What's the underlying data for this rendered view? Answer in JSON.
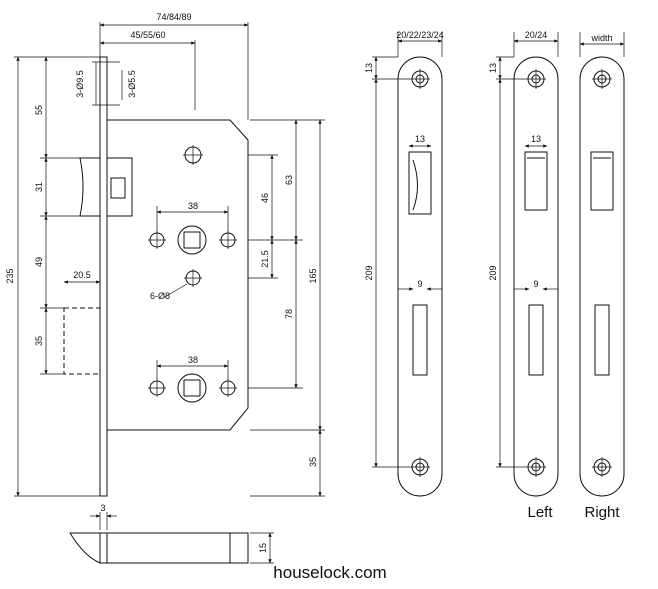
{
  "views": {
    "front": {
      "dims": {
        "overall_depth": "74/84/89",
        "backset": "45/55/60",
        "hole_1": "3-Ø9.5",
        "hole_2": "3-Ø5.5",
        "top_offset": "55",
        "latch_height": "31",
        "latch_to_case": "49",
        "deadbolt_width": "20.5",
        "deadbolt_height": "35",
        "total_height": "235",
        "spindle_spacing_top": "38",
        "spindle_spacing_bottom": "38",
        "mount_holes": "6-Ø8",
        "dim_46": "46",
        "dim_63": "63",
        "dim_21_5": "21.5",
        "dim_78": "78",
        "dim_165": "165",
        "bottom_offset": "35"
      }
    },
    "bottom": {
      "dims": {
        "thickness": "3",
        "bolt_height": "15"
      }
    },
    "faceplate": {
      "dims": {
        "width": "20/22/23/24",
        "top": "13",
        "slot": "13",
        "length": "209",
        "hole": "9"
      }
    },
    "strike_left": {
      "dims": {
        "width": "20/24",
        "top": "13",
        "slot": "13",
        "length": "209",
        "hole": "9"
      },
      "caption": "Left"
    },
    "strike_right": {
      "dims": {
        "width": "width"
      },
      "caption": "Right"
    }
  },
  "watermark": "houselock.com"
}
